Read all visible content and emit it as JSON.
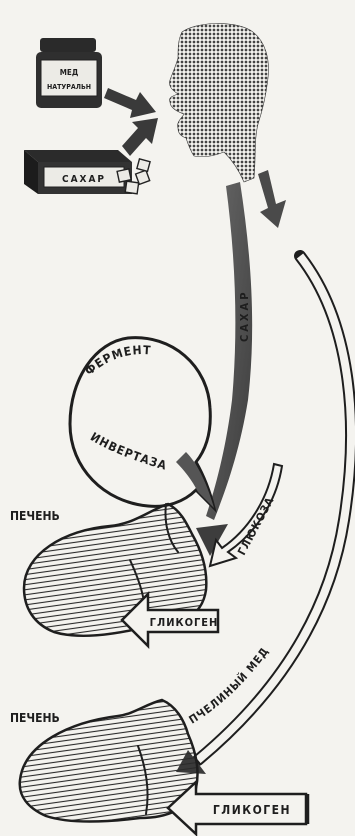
{
  "labels": {
    "honey_jar_line1": "МЕД",
    "honey_jar_line2": "НАТУРАЛЬН",
    "sugar_box": "САХАР",
    "sugar_arrow": "САХАР",
    "enzyme_word": "ФЕРМЕНТ",
    "enzyme_name": "ИНВЕРТАЗА",
    "glucose": "ГЛЮКОЗА",
    "liver_top": "ПЕЧЕНЬ",
    "liver_bottom": "ПЕЧЕНЬ",
    "glycogen_top": "ГЛИКОГЕН",
    "glycogen_bottom": "ГЛИКОГЕН",
    "bee_honey": "ПЧЕЛИНЫЙ МЕД"
  },
  "colors": {
    "ink": "#1e1e1e",
    "paper": "#f4f3ef",
    "head_halftone": "#9a9a9a",
    "sugar_arrow": "#555555"
  }
}
